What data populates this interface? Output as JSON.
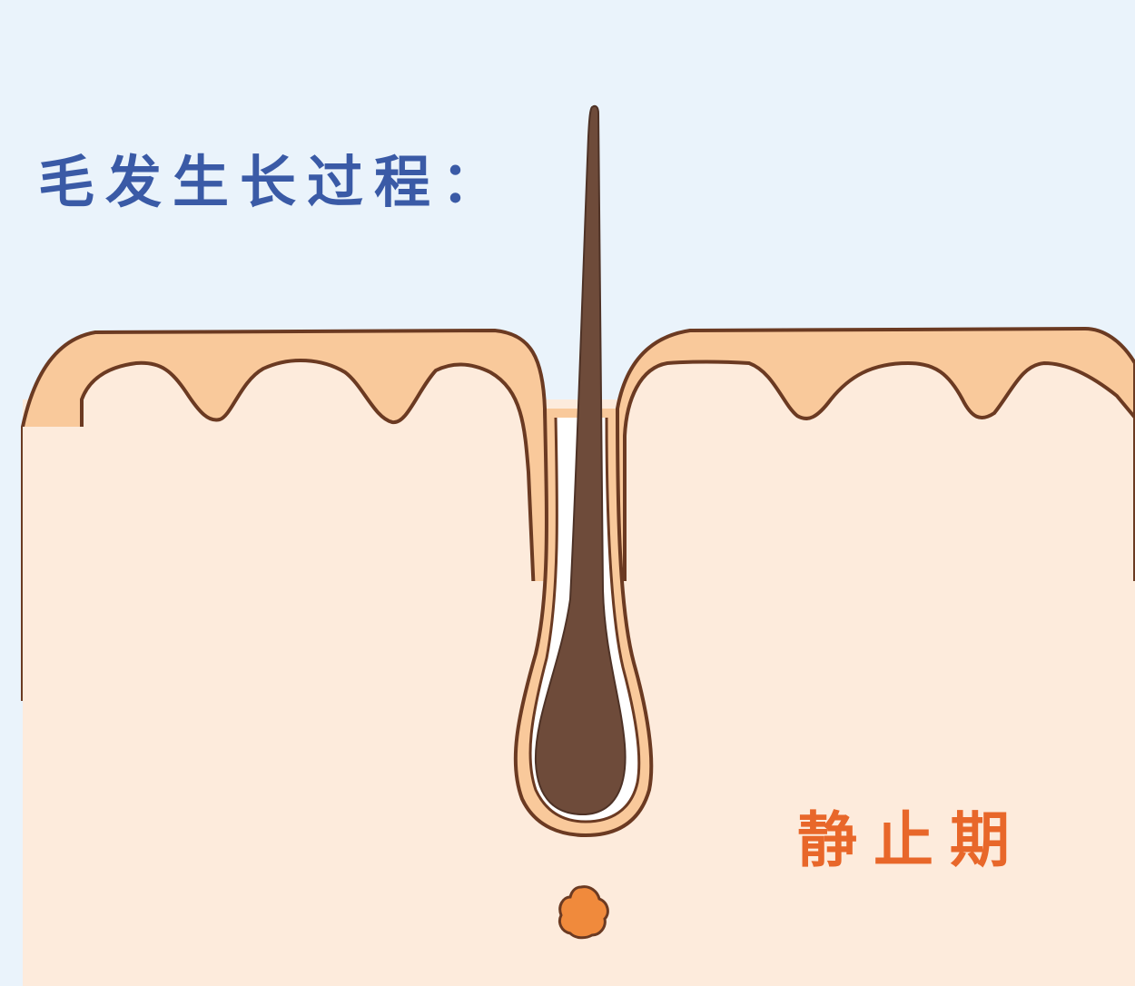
{
  "diagram": {
    "title": "毛发生长过程：",
    "phase_label": "静止期",
    "colors": {
      "sky": "#eaf3fb",
      "dermis": "#fdebdc",
      "epidermis": "#f9c99b",
      "outline": "#6b3a22",
      "hair": "#6e4b3a",
      "papilla": "#f08a3c",
      "title_text": "#3a5aa6",
      "phase_text": "#e8672a"
    },
    "elements": [
      {
        "id": "hair-shaft",
        "label": "hair shaft"
      },
      {
        "id": "follicle",
        "label": "hair follicle"
      },
      {
        "id": "hair-bulb",
        "label": "club hair bulb"
      },
      {
        "id": "dermal-papilla",
        "label": "detached dermal papilla"
      },
      {
        "id": "epidermis-left",
        "label": "epidermis layer (left)"
      },
      {
        "id": "epidermis-right",
        "label": "epidermis layer (right)"
      },
      {
        "id": "dermis",
        "label": "dermis"
      }
    ]
  }
}
